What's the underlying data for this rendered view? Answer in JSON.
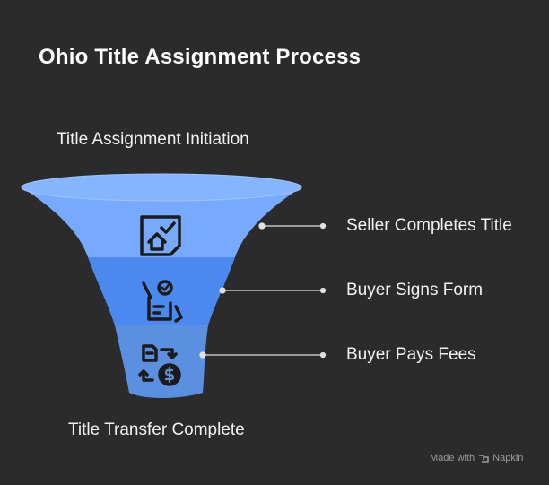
{
  "title": "Ohio Title Assignment Process",
  "funnel": {
    "top_label": "Title Assignment Initiation",
    "bottom_label": "Title Transfer Complete",
    "stages": [
      {
        "label": "Seller Completes Title",
        "icon": "house-document-check-icon",
        "color": "#77aaff"
      },
      {
        "label": "Buyer Signs Form",
        "icon": "hand-signing-form-icon",
        "color": "#4f8df0"
      },
      {
        "label": "Buyer Pays Fees",
        "icon": "document-dollar-exchange-icon",
        "color": "#5a8fe0"
      }
    ]
  },
  "credit": {
    "made_with": "Made with",
    "brand": "Napkin"
  }
}
